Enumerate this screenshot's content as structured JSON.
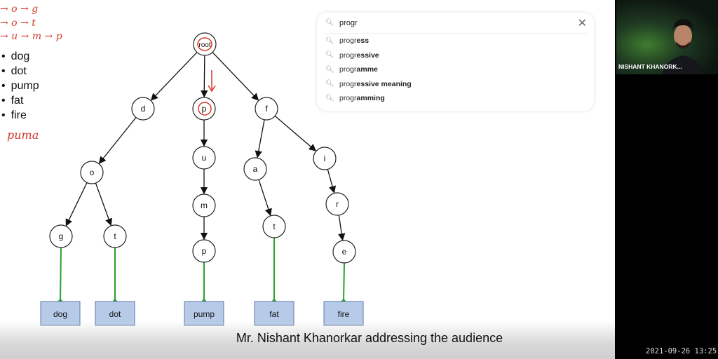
{
  "words": [
    "dog",
    "dot",
    "pump",
    "fat",
    "fire"
  ],
  "handwriting": {
    "top_lines": [
      "→ o → g",
      "→ o → t",
      "→ u → m → p"
    ],
    "note": "puma"
  },
  "tree": {
    "nodes": {
      "root": "root",
      "d": "d",
      "p": "p",
      "f": "f",
      "o": "o",
      "u": "u",
      "a": "a",
      "i": "i",
      "g": "g",
      "t": "t",
      "m": "m",
      "t2": "t",
      "r": "r",
      "p2": "p",
      "e": "e"
    },
    "leaves": [
      "dog",
      "dot",
      "pump",
      "fat",
      "fire"
    ]
  },
  "search": {
    "query": "progr",
    "suggestions": [
      {
        "prefix": "progr",
        "rest": "ess"
      },
      {
        "prefix": "progr",
        "rest": "essive"
      },
      {
        "prefix": "progr",
        "rest": "amme"
      },
      {
        "prefix": "progr",
        "rest": "essive meaning"
      },
      {
        "prefix": "progr",
        "rest": "amming"
      }
    ]
  },
  "caption": "Mr. Nishant Khanorkar addressing the audience",
  "participant": {
    "name": "NISHANT KHANORK..."
  },
  "timestamp": "2021-09-26 13:25",
  "colors": {
    "ink": "#d23a2a",
    "leaf_link": "#2aa02a",
    "leaf_box": "#b7cbe9"
  }
}
